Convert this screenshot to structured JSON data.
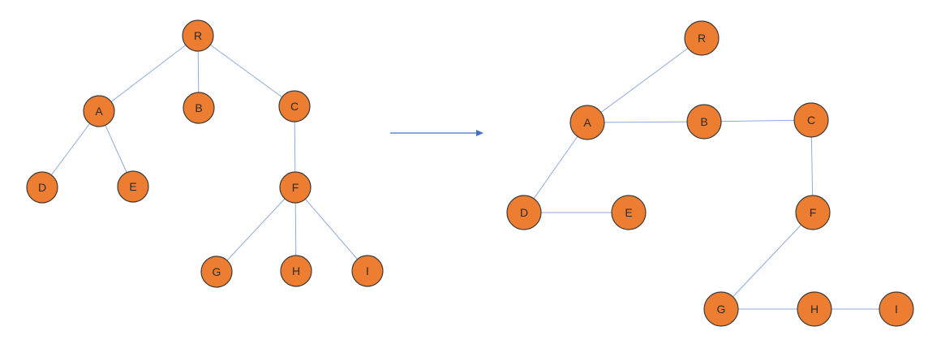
{
  "colors": {
    "node_fill": "#ed7d31",
    "node_stroke": "#3b3b3b",
    "edge": "#8faadc",
    "arrow": "#4472c4",
    "label": "#2b2b2b"
  },
  "trees": [
    {
      "name": "original-tree",
      "nodes": [
        {
          "id": "R",
          "label": "R"
        },
        {
          "id": "A",
          "label": "A"
        },
        {
          "id": "B",
          "label": "B"
        },
        {
          "id": "C",
          "label": "C"
        },
        {
          "id": "D",
          "label": "D"
        },
        {
          "id": "E",
          "label": "E"
        },
        {
          "id": "F",
          "label": "F"
        },
        {
          "id": "G",
          "label": "G"
        },
        {
          "id": "H",
          "label": "H"
        },
        {
          "id": "I",
          "label": "I"
        }
      ],
      "edges": [
        [
          "R",
          "A"
        ],
        [
          "R",
          "B"
        ],
        [
          "R",
          "C"
        ],
        [
          "A",
          "D"
        ],
        [
          "A",
          "E"
        ],
        [
          "C",
          "F"
        ],
        [
          "F",
          "G"
        ],
        [
          "F",
          "H"
        ],
        [
          "F",
          "I"
        ]
      ]
    },
    {
      "name": "binary-tree",
      "nodes": [
        {
          "id": "R",
          "label": "R"
        },
        {
          "id": "A",
          "label": "A"
        },
        {
          "id": "B",
          "label": "B"
        },
        {
          "id": "C",
          "label": "C"
        },
        {
          "id": "D",
          "label": "D"
        },
        {
          "id": "E",
          "label": "E"
        },
        {
          "id": "F",
          "label": "F"
        },
        {
          "id": "G",
          "label": "G"
        },
        {
          "id": "H",
          "label": "H"
        },
        {
          "id": "I",
          "label": "I"
        }
      ],
      "edges": [
        [
          "R",
          "A"
        ],
        [
          "A",
          "B"
        ],
        [
          "B",
          "C"
        ],
        [
          "A",
          "D"
        ],
        [
          "D",
          "E"
        ],
        [
          "C",
          "F"
        ],
        [
          "F",
          "G"
        ],
        [
          "G",
          "H"
        ],
        [
          "H",
          "I"
        ]
      ]
    }
  ],
  "arrow": {
    "direction": "right"
  }
}
